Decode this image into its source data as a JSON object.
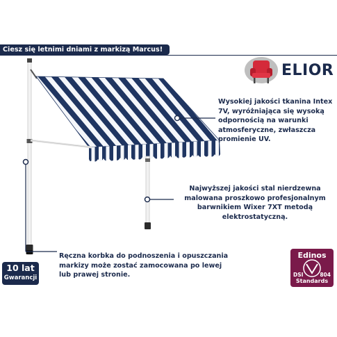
{
  "header": {
    "title": "Ciesz się letnimi dniami z markizą Marcus!"
  },
  "brand": {
    "logo_text": "ELIOR",
    "logo_icon": "armchair-icon"
  },
  "features": [
    {
      "text": "Wysokiej jakości tkanina Intex 7V, wyróżniająca się wysoką odpornością na warunki atmosferyczne, zwłaszcza promienie UV."
    },
    {
      "text": "Najwyższej jakości stal nierdzewna malowana proszkowo profesjonalnym barwnikiem Wixer 7XT metodą elektrostatyczną."
    },
    {
      "text": "Ręczna korbka do podnoszenia i opuszczania markizy może zostać zamocowana po lewej lub prawej stronie."
    }
  ],
  "badges": {
    "warranty_main": "10 lat",
    "warranty_sub": "Gwarancji",
    "cert_name": "Edinos",
    "cert_dsi": "DSI",
    "cert_number": "804",
    "cert_standards": "Standards"
  },
  "colors": {
    "navy": "#1b2a4c",
    "stripe_blue": "#1f3561",
    "cert_bg": "#7a1a4a",
    "chair_red": "#d42a3a"
  }
}
